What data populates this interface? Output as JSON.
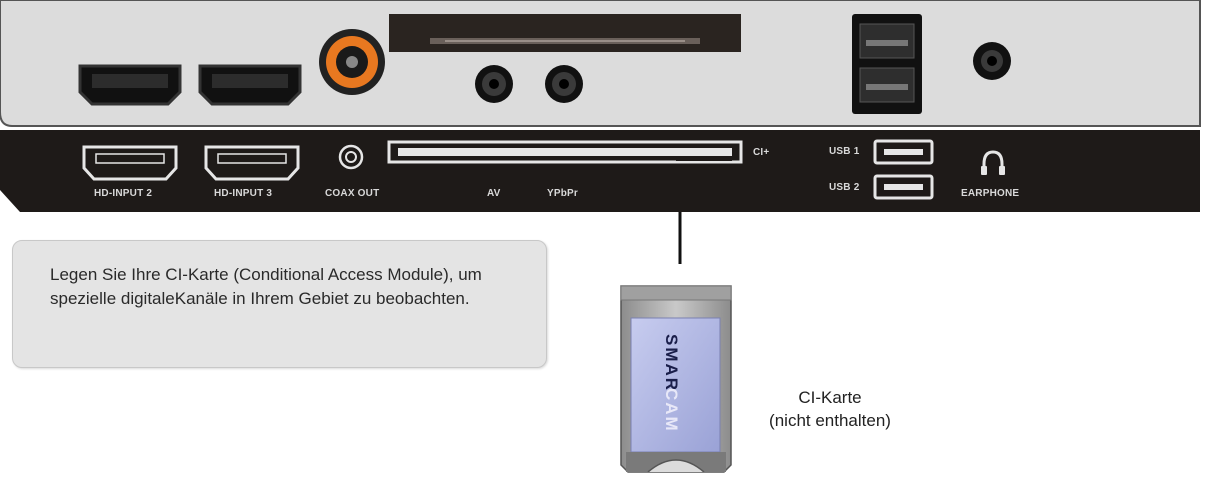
{
  "panel": {
    "labels": {
      "hdmi2": "HD-INPUT 2",
      "hdmi3": "HD-INPUT 3",
      "coax": "COAX OUT",
      "av": "AV",
      "ypbpr": "YPbPr",
      "ci": "CI+",
      "usb1": "USB 1",
      "usb2": "USB 2",
      "earphone": "EARPHONE"
    }
  },
  "card": {
    "text_top": "SMAR",
    "text_bottom": "CAM"
  },
  "note": {
    "text": "Legen Sie Ihre CI-Karte (Conditional Access Module), um spezielle digitaleKanäle in Ihrem Gebiet zu beobachten."
  },
  "caption": {
    "line1": "CI-Karte",
    "line2": "(nicht enthalten)"
  },
  "colors": {
    "panel_top": "#dcdcdc",
    "panel_bottom": "#1e1a18",
    "coax_orange": "#e87820",
    "card_blue": "#b6bde6"
  }
}
